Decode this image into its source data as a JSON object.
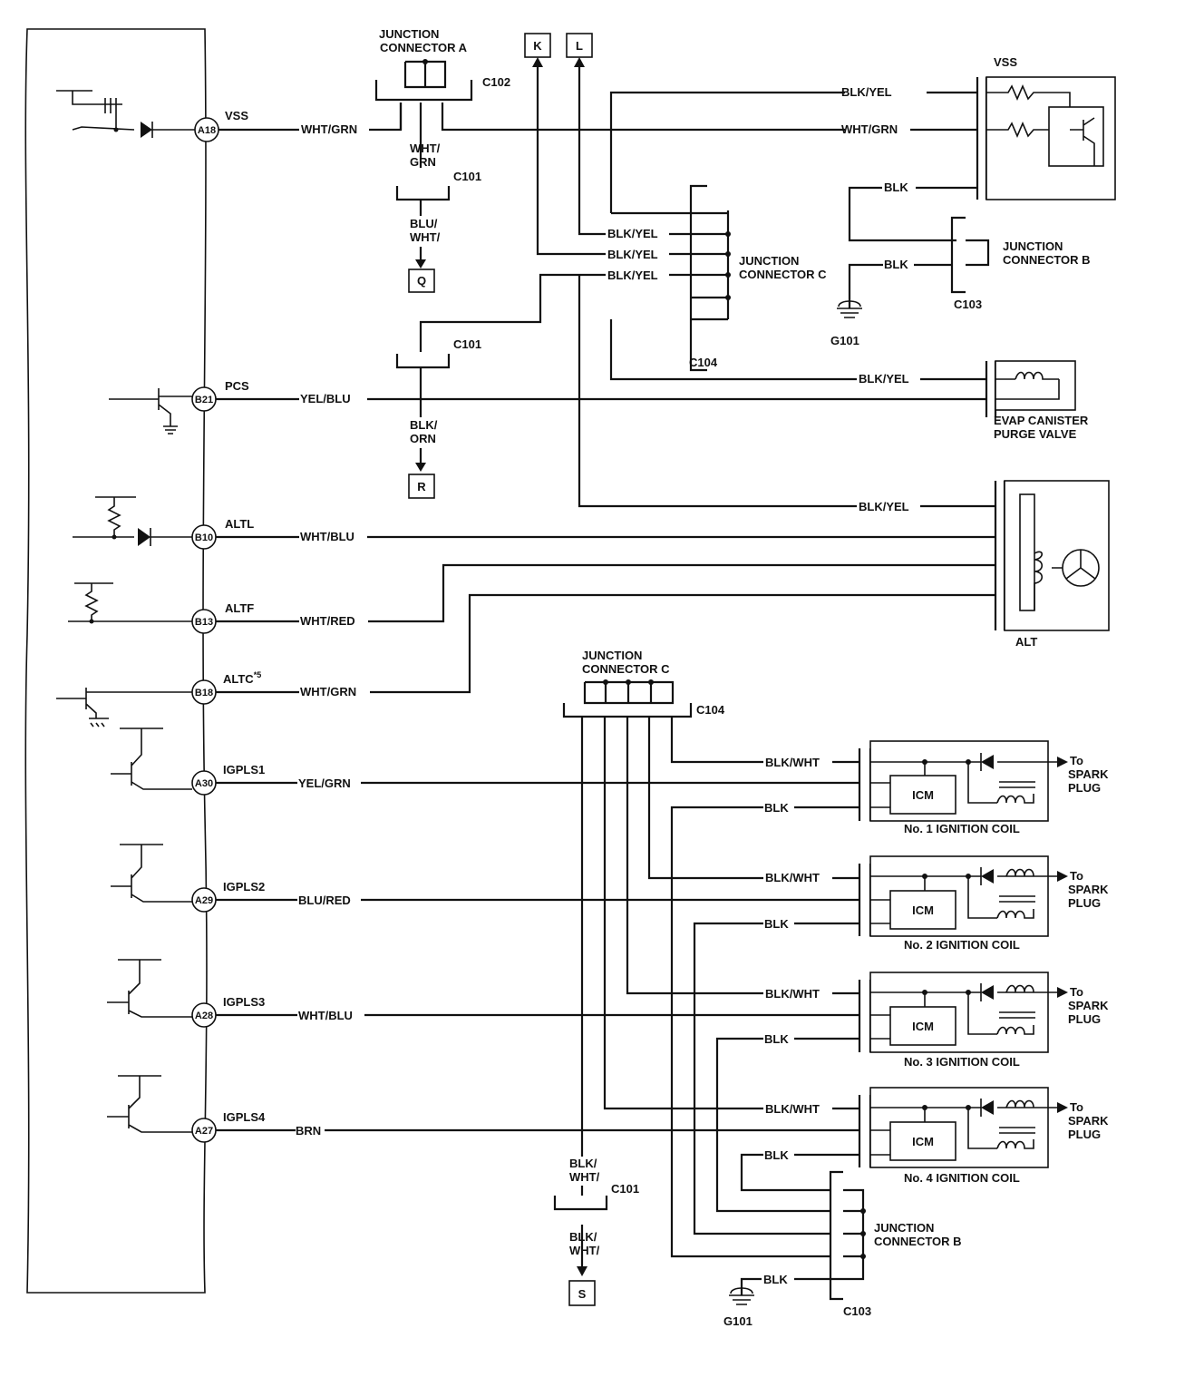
{
  "pins": {
    "a18": {
      "id": "A18",
      "signal": "VSS",
      "wire": "WHT/GRN"
    },
    "b21": {
      "id": "B21",
      "signal": "PCS",
      "wire": "YEL/BLU"
    },
    "b10": {
      "id": "B10",
      "signal": "ALTL",
      "wire": "WHT/BLU"
    },
    "b13": {
      "id": "B13",
      "signal": "ALTF",
      "wire": "WHT/RED"
    },
    "b18": {
      "id": "B18",
      "signal": "ALTC",
      "signal_sup": "*5",
      "wire": "WHT/GRN"
    },
    "a30": {
      "id": "A30",
      "signal": "IGPLS1",
      "wire": "YEL/GRN"
    },
    "a29": {
      "id": "A29",
      "signal": "IGPLS2",
      "wire": "BLU/RED"
    },
    "a28": {
      "id": "A28",
      "signal": "IGPLS3",
      "wire": "WHT/BLU"
    },
    "a27": {
      "id": "A27",
      "signal": "IGPLS4",
      "wire": "BRN"
    }
  },
  "junction_a": {
    "line1": "JUNCTION",
    "line2": "CONNECTOR A",
    "connector": "C102"
  },
  "junction_c": {
    "line1": "JUNCTION",
    "line2": "CONNECTOR C",
    "connector": "C104"
  },
  "junction_b": {
    "line1": "JUNCTION",
    "line2": "CONNECTOR B",
    "connector": "C103"
  },
  "connectors": {
    "c101": "C101"
  },
  "grounds": {
    "g101": "G101"
  },
  "offpage": {
    "k": "K",
    "l": "L",
    "q": "Q",
    "r": "R",
    "s": "S"
  },
  "wires": {
    "wht_grn": "WHT/GRN",
    "wht": "WHT/",
    "grn": "GRN",
    "blu": "BLU/",
    "blk": "BLK",
    "blk_slash": "BLK/",
    "orn": "ORN",
    "blk_yel": "BLK/YEL",
    "blk_wht": "BLK/WHT"
  },
  "components": {
    "vss": "VSS",
    "evap_line1": "EVAP CANISTER",
    "evap_line2": "PURGE VALVE",
    "alt": "ALT",
    "icm": "ICM",
    "to": "To",
    "spark": "SPARK",
    "plug": "PLUG",
    "coil1": "No. 1 IGNITION COIL",
    "coil2": "No. 2 IGNITION COIL",
    "coil3": "No. 3 IGNITION COIL",
    "coil4": "No. 4 IGNITION COIL"
  }
}
